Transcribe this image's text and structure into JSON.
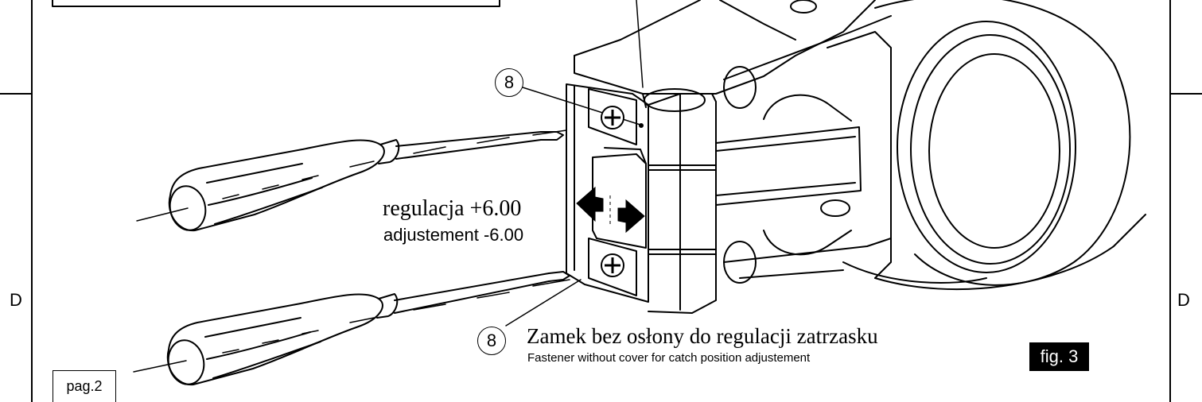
{
  "zone_markers": {
    "left": "D",
    "right": "D"
  },
  "callouts": {
    "top": "8",
    "bottom": "8"
  },
  "adjustment": {
    "line_pl": "regulacja +6.00",
    "line_en": "adjustement -6.00"
  },
  "caption": {
    "title_pl": "Zamek bez osłony do regulacji zatrzasku",
    "subtitle_en": "Fastener without cover for catch position adjustement"
  },
  "figure_label": "fig. 3",
  "page_label": "pag.2",
  "icons": [
    "screwdriver-icon",
    "screwdriver-icon",
    "double-arrow-icon",
    "phillips-screw-icon",
    "phillips-screw-icon"
  ]
}
